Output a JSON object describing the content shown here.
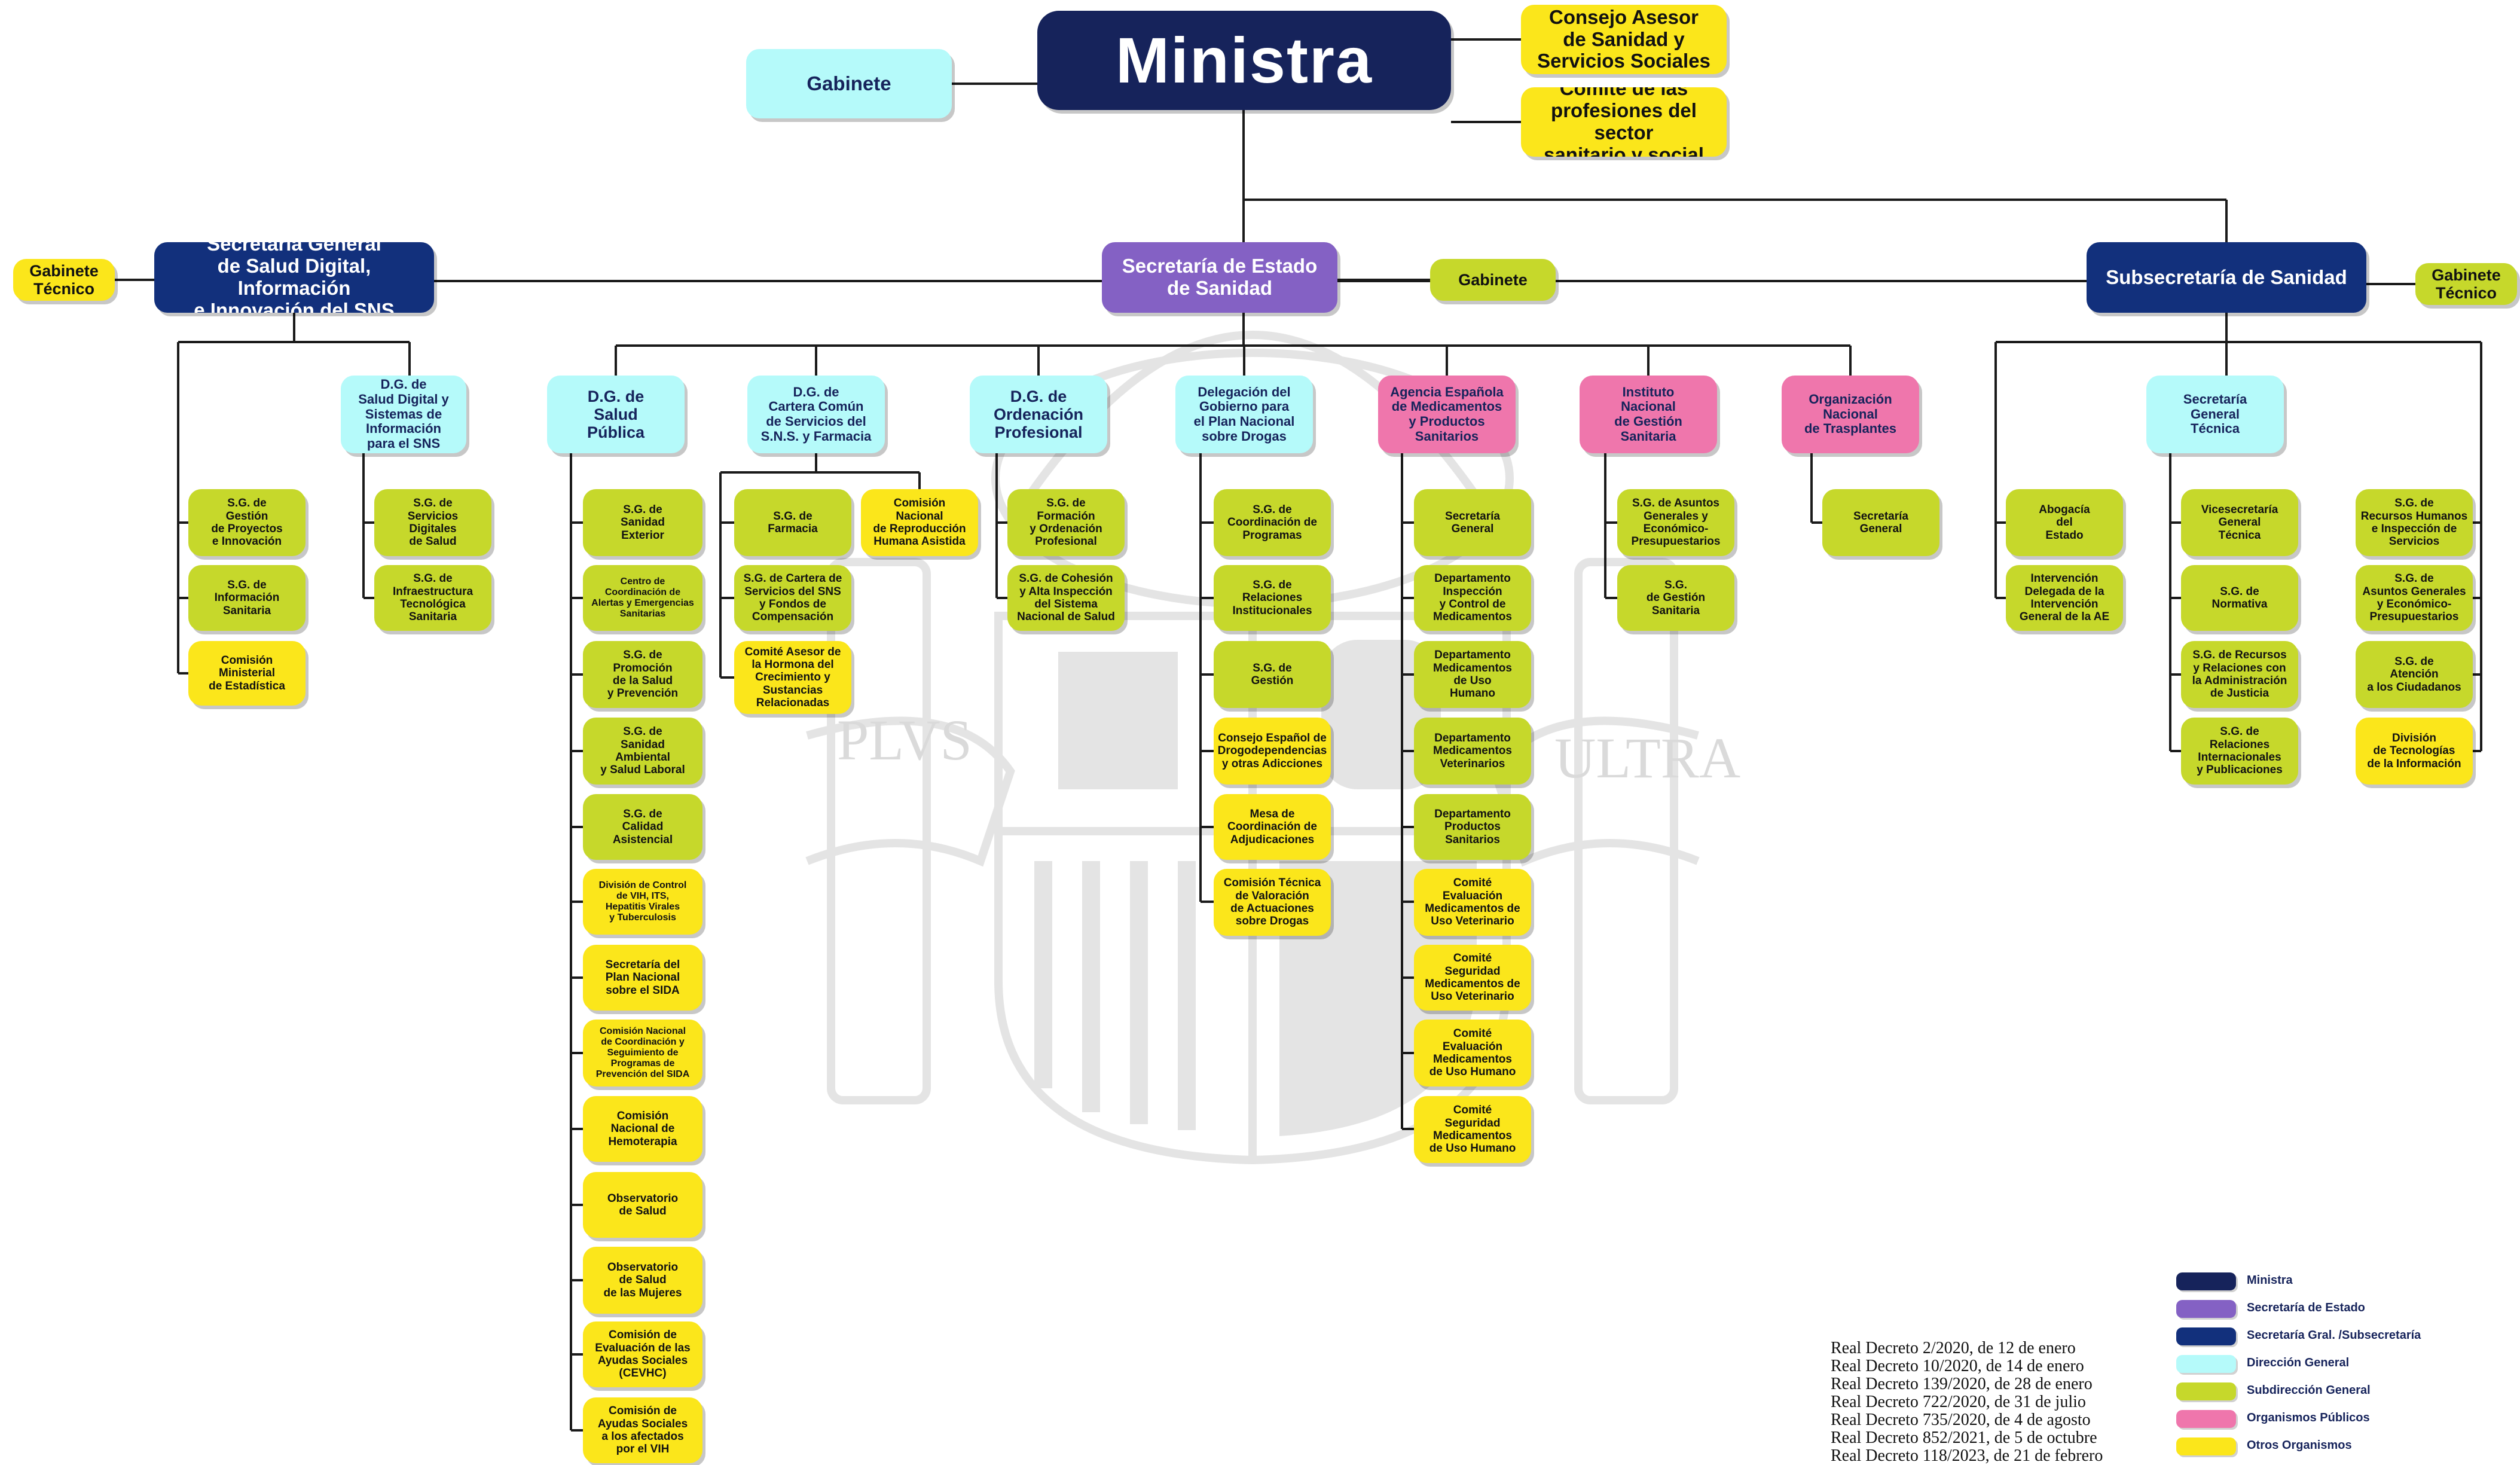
{
  "chart_data": {
    "type": "organization-chart",
    "watermark": {
      "name": "coat-of-arms-watermark",
      "motto": [
        "PLVS",
        "ULTRA"
      ]
    },
    "nodes": [
      {
        "id": "ministra",
        "kind": "min",
        "label": "Ministra"
      },
      {
        "id": "gabinete_min",
        "kind": "dg",
        "label": "Gabinete"
      },
      {
        "id": "consejo_asesor",
        "kind": "oo",
        "label": "Consejo Asesor\nde Sanidad y\nServicios Sociales"
      },
      {
        "id": "comite_profesiones",
        "kind": "oo",
        "label": "Comité de las\nprofesiones del sector\nsanitario y social"
      },
      {
        "id": "se_sanidad",
        "kind": "se",
        "label": "Secretaría de Estado\nde Sanidad"
      },
      {
        "id": "gabinete_se",
        "kind": "sub",
        "label": "Gabinete"
      },
      {
        "id": "sg_digital",
        "kind": "sg",
        "label": "Secretaría General\nde Salud Digital, Información\ne Innovación del SNS"
      },
      {
        "id": "gab_tec_sg",
        "kind": "oo",
        "label": "Gabinete\nTécnico"
      },
      {
        "id": "subsecretaria",
        "kind": "sg",
        "label": "Subsecretaría de Sanidad"
      },
      {
        "id": "gab_tec_sub",
        "kind": "sub",
        "label": "Gabinete\nTécnico"
      },
      {
        "id": "dg_digital",
        "kind": "dg",
        "label": "D.G. de\nSalud Digital y\nSistemas de\nInformación\npara el SNS"
      },
      {
        "id": "sg_gestion_proy",
        "kind": "sub",
        "label": "S.G. de\nGestión\nde Proyectos\ne Innovación"
      },
      {
        "id": "sg_info_sanit",
        "kind": "sub",
        "label": "S.G. de\nInformación\nSanitaria"
      },
      {
        "id": "com_min_estad",
        "kind": "oo",
        "label": "Comisión\nMinisterial\nde Estadística"
      },
      {
        "id": "sg_serv_dig",
        "kind": "sub",
        "label": "S.G. de\nServicios\nDigitales\nde Salud"
      },
      {
        "id": "sg_infra_tec",
        "kind": "sub",
        "label": "S.G. de\nInfraestructura\nTecnológica\nSanitaria"
      },
      {
        "id": "dg_salud_pub",
        "kind": "dg",
        "label": "D.G. de\nSalud\nPública"
      },
      {
        "id": "dg_cartera",
        "kind": "dg",
        "label": "D.G. de\nCartera Común\nde Servicios del\nS.N.S. y Farmacia"
      },
      {
        "id": "dg_ordenacion",
        "kind": "dg",
        "label": "D.G. de\nOrdenación\nProfesional"
      },
      {
        "id": "deleg_drogas",
        "kind": "dg",
        "label": "Delegación del\nGobierno para\nel Plan Nacional\nsobre Drogas"
      },
      {
        "id": "aemps",
        "kind": "op",
        "label": "Agencia Española\nde Medicamentos\ny Productos\nSanitarios"
      },
      {
        "id": "ingesa",
        "kind": "op",
        "label": "Instituto\nNacional\nde Gestión\nSanitaria"
      },
      {
        "id": "ont",
        "kind": "op",
        "label": "Organización\nNacional\nde Trasplantes"
      },
      {
        "id": "sp_sanidad_ext",
        "kind": "sub",
        "label": "S.G. de\nSanidad\nExterior"
      },
      {
        "id": "sp_ccaes",
        "kind": "sub",
        "label": "Centro de\nCoordinación de\nAlertas y Emergencias\nSanitarias"
      },
      {
        "id": "sp_promocion",
        "kind": "sub",
        "label": "S.G. de\nPromoción\nde la Salud\ny Prevención"
      },
      {
        "id": "sp_ambiental",
        "kind": "sub",
        "label": "S.G. de\nSanidad\nAmbiental\ny Salud Laboral"
      },
      {
        "id": "sp_calidad",
        "kind": "sub",
        "label": "S.G. de\nCalidad\nAsistencial"
      },
      {
        "id": "sp_vih",
        "kind": "oo",
        "label": "División de Control\nde VIH, ITS,\nHepatitis Virales\ny Tuberculosis"
      },
      {
        "id": "sp_sida",
        "kind": "oo",
        "label": "Secretaría del\nPlan Nacional\nsobre el SIDA"
      },
      {
        "id": "sp_com_sida",
        "kind": "oo",
        "label": "Comisión Nacional\nde Coordinación y\nSeguimiento de\nProgramas de\nPrevención del SIDA"
      },
      {
        "id": "sp_hemoterapia",
        "kind": "oo",
        "label": "Comisión\nNacional de\nHemoterapia"
      },
      {
        "id": "sp_obs_salud",
        "kind": "oo",
        "label": "Observatorio\nde Salud"
      },
      {
        "id": "sp_obs_mujeres",
        "kind": "oo",
        "label": "Observatorio\nde Salud\nde las Mujeres"
      },
      {
        "id": "sp_cevhc",
        "kind": "oo",
        "label": "Comisión de\nEvaluación de las\nAyudas Sociales\n(CEVHC)"
      },
      {
        "id": "sp_ayudas_vih",
        "kind": "oo",
        "label": "Comisión de\nAyudas Sociales\na los afectados\npor el VIH"
      },
      {
        "id": "ca_farmacia",
        "kind": "sub",
        "label": "S.G. de\nFarmacia"
      },
      {
        "id": "ca_reproduccion",
        "kind": "oo",
        "label": "Comisión\nNacional\nde Reproducción\nHumana Asistida"
      },
      {
        "id": "ca_cartera",
        "kind": "sub",
        "label": "S.G. de Cartera de\nServicios del SNS\ny Fondos de\nCompensación"
      },
      {
        "id": "ca_hormona",
        "kind": "oo",
        "label": "Comité Asesor de\nla Hormona del\nCrecimiento y\nSustancias\nRelacionadas"
      },
      {
        "id": "or_formacion",
        "kind": "sub",
        "label": "S.G. de\nFormación\ny Ordenación\nProfesional"
      },
      {
        "id": "or_cohesion",
        "kind": "sub",
        "label": "S.G. de Cohesión\ny Alta Inspección\ndel Sistema\nNacional de Salud"
      },
      {
        "id": "dr_coord",
        "kind": "sub",
        "label": "S.G. de\nCoordinación de\nProgramas"
      },
      {
        "id": "dr_relaciones",
        "kind": "sub",
        "label": "S.G. de\nRelaciones\nInstitucionales"
      },
      {
        "id": "dr_gestion",
        "kind": "sub",
        "label": "S.G. de\nGestión"
      },
      {
        "id": "dr_consejo",
        "kind": "oo",
        "label": "Consejo Español de\nDrogodependencias\ny otras Adicciones"
      },
      {
        "id": "dr_mesa",
        "kind": "oo",
        "label": "Mesa de\nCoordinación de\nAdjudicaciones"
      },
      {
        "id": "dr_comision",
        "kind": "oo",
        "label": "Comisión Técnica\nde Valoración\nde Actuaciones\nsobre Drogas"
      },
      {
        "id": "ae_secretaria",
        "kind": "sub",
        "label": "Secretaría\nGeneral"
      },
      {
        "id": "ae_inspeccion",
        "kind": "sub",
        "label": "Departamento\nInspección\ny Control de\nMedicamentos"
      },
      {
        "id": "ae_uso_humano",
        "kind": "sub",
        "label": "Departamento\nMedicamentos\nde Uso\nHumano"
      },
      {
        "id": "ae_veterinarios",
        "kind": "sub",
        "label": "Departamento\nMedicamentos\nVeterinarios"
      },
      {
        "id": "ae_productos",
        "kind": "sub",
        "label": "Departamento\nProductos\nSanitarios"
      },
      {
        "id": "ae_ce_vet",
        "kind": "oo",
        "label": "Comité\nEvaluación\nMedicamentos de\nUso Veterinario"
      },
      {
        "id": "ae_cs_vet",
        "kind": "oo",
        "label": "Comité\nSeguridad\nMedicamentos de\nUso Veterinario"
      },
      {
        "id": "ae_ce_hum",
        "kind": "oo",
        "label": "Comité\nEvaluación\nMedicamentos\nde Uso Humano"
      },
      {
        "id": "ae_cs_hum",
        "kind": "oo",
        "label": "Comité\nSeguridad\nMedicamentos\nde Uso Humano"
      },
      {
        "id": "in_asuntos",
        "kind": "sub",
        "label": "S.G. de Asuntos\nGenerales y\nEconómico-\nPresupuestarios"
      },
      {
        "id": "in_gestion",
        "kind": "sub",
        "label": "S.G.\nde Gestión\nSanitaria"
      },
      {
        "id": "ont_secretaria",
        "kind": "sub",
        "label": "Secretaría\nGeneral"
      },
      {
        "id": "sub_sgt",
        "kind": "dg",
        "label": "Secretaría\nGeneral\nTécnica"
      },
      {
        "id": "sub_abogacia",
        "kind": "sub",
        "label": "Abogacía\ndel\nEstado"
      },
      {
        "id": "sub_intervencion",
        "kind": "sub",
        "label": "Intervención\nDelegada de la\nIntervención\nGeneral de la AE"
      },
      {
        "id": "sub_vicesec",
        "kind": "sub",
        "label": "Vicesecretaría\nGeneral\nTécnica"
      },
      {
        "id": "sub_normativa",
        "kind": "sub",
        "label": "S.G. de\nNormativa"
      },
      {
        "id": "sub_recursos",
        "kind": "sub",
        "label": "S.G. de Recursos\ny Relaciones con\nla Administración\nde Justicia"
      },
      {
        "id": "sub_rel_int",
        "kind": "sub",
        "label": "S.G. de\nRelaciones\nInternacionales\ny Publicaciones"
      },
      {
        "id": "sub_rrhh",
        "kind": "sub",
        "label": "S.G. de\nRecursos Humanos\ne Inspección de\nServicios"
      },
      {
        "id": "sub_asuntos",
        "kind": "sub",
        "label": "S.G. de\nAsuntos Generales\ny Económico-\nPresupuestarios"
      },
      {
        "id": "sub_atencion",
        "kind": "sub",
        "label": "S.G. de\nAtención\na los Ciudadanos"
      },
      {
        "id": "sub_div_tec",
        "kind": "oo",
        "label": "División\nde Tecnologías\nde la Información"
      }
    ],
    "edges": [
      [
        "ministra",
        "gabinete_min"
      ],
      [
        "ministra",
        "consejo_asesor"
      ],
      [
        "ministra",
        "comite_profesiones"
      ],
      [
        "ministra",
        "se_sanidad"
      ],
      [
        "ministra",
        "subsecretaria"
      ],
      [
        "se_sanidad",
        "gabinete_se"
      ],
      [
        "se_sanidad",
        "sg_digital"
      ],
      [
        "se_sanidad",
        "dg_salud_pub"
      ],
      [
        "se_sanidad",
        "dg_cartera"
      ],
      [
        "se_sanidad",
        "dg_ordenacion"
      ],
      [
        "se_sanidad",
        "deleg_drogas"
      ],
      [
        "se_sanidad",
        "aemps"
      ],
      [
        "se_sanidad",
        "ingesa"
      ],
      [
        "se_sanidad",
        "ont"
      ],
      [
        "sg_digital",
        "gab_tec_sg"
      ],
      [
        "sg_digital",
        "sg_gestion_proy"
      ],
      [
        "sg_digital",
        "sg_info_sanit"
      ],
      [
        "sg_digital",
        "com_min_estad"
      ],
      [
        "sg_digital",
        "dg_digital"
      ],
      [
        "dg_digital",
        "sg_serv_dig"
      ],
      [
        "dg_digital",
        "sg_infra_tec"
      ],
      [
        "dg_salud_pub",
        "sp_sanidad_ext"
      ],
      [
        "dg_salud_pub",
        "sp_ccaes"
      ],
      [
        "dg_salud_pub",
        "sp_promocion"
      ],
      [
        "dg_salud_pub",
        "sp_ambiental"
      ],
      [
        "dg_salud_pub",
        "sp_calidad"
      ],
      [
        "dg_salud_pub",
        "sp_vih"
      ],
      [
        "dg_salud_pub",
        "sp_sida"
      ],
      [
        "dg_salud_pub",
        "sp_com_sida"
      ],
      [
        "dg_salud_pub",
        "sp_hemoterapia"
      ],
      [
        "dg_salud_pub",
        "sp_obs_salud"
      ],
      [
        "dg_salud_pub",
        "sp_obs_mujeres"
      ],
      [
        "dg_salud_pub",
        "sp_cevhc"
      ],
      [
        "dg_salud_pub",
        "sp_ayudas_vih"
      ],
      [
        "dg_cartera",
        "ca_farmacia"
      ],
      [
        "dg_cartera",
        "ca_reproduccion"
      ],
      [
        "dg_cartera",
        "ca_cartera"
      ],
      [
        "dg_cartera",
        "ca_hormona"
      ],
      [
        "dg_ordenacion",
        "or_formacion"
      ],
      [
        "dg_ordenacion",
        "or_cohesion"
      ],
      [
        "deleg_drogas",
        "dr_coord"
      ],
      [
        "deleg_drogas",
        "dr_relaciones"
      ],
      [
        "deleg_drogas",
        "dr_gestion"
      ],
      [
        "deleg_drogas",
        "dr_consejo"
      ],
      [
        "deleg_drogas",
        "dr_mesa"
      ],
      [
        "deleg_drogas",
        "dr_comision"
      ],
      [
        "aemps",
        "ae_secretaria"
      ],
      [
        "aemps",
        "ae_inspeccion"
      ],
      [
        "aemps",
        "ae_uso_humano"
      ],
      [
        "aemps",
        "ae_veterinarios"
      ],
      [
        "aemps",
        "ae_productos"
      ],
      [
        "aemps",
        "ae_ce_vet"
      ],
      [
        "aemps",
        "ae_cs_vet"
      ],
      [
        "aemps",
        "ae_ce_hum"
      ],
      [
        "aemps",
        "ae_cs_hum"
      ],
      [
        "ingesa",
        "in_asuntos"
      ],
      [
        "ingesa",
        "in_gestion"
      ],
      [
        "ont",
        "ont_secretaria"
      ],
      [
        "subsecretaria",
        "gab_tec_sub"
      ],
      [
        "subsecretaria",
        "sub_abogacia"
      ],
      [
        "subsecretaria",
        "sub_intervencion"
      ],
      [
        "subsecretaria",
        "sub_sgt"
      ],
      [
        "subsecretaria",
        "sub_rrhh"
      ],
      [
        "subsecretaria",
        "sub_asuntos"
      ],
      [
        "subsecretaria",
        "sub_atencion"
      ],
      [
        "subsecretaria",
        "sub_div_tec"
      ],
      [
        "sub_sgt",
        "sub_vicesec"
      ],
      [
        "sub_sgt",
        "sub_normativa"
      ],
      [
        "sub_sgt",
        "sub_recursos"
      ],
      [
        "sub_sgt",
        "sub_rel_int"
      ]
    ]
  },
  "legend": {
    "items": [
      {
        "label": "Ministra",
        "color": "#16235b"
      },
      {
        "label": "Secretaría de Estado",
        "color": "#8461c4"
      },
      {
        "label": "Secretaría Gral. /Subsecretaría",
        "color": "#12307c"
      },
      {
        "label": "Dirección General",
        "color": "#b5fafa"
      },
      {
        "label": "Subdirección General",
        "color": "#c6d82b"
      },
      {
        "label": "Organismos Públicos",
        "color": "#ef76ac"
      },
      {
        "label": "Otros Organismos",
        "color": "#fbe61b"
      }
    ]
  },
  "decrees": [
    "Real Decreto 2/2020, de 12 de enero",
    "Real Decreto 10/2020, de 14 de enero",
    "Real Decreto 139/2020, de 28 de enero",
    "Real Decreto 722/2020, de 31 de julio",
    "Real Decreto 735/2020, de 4 de agosto",
    "Real Decreto 852/2021, de 5 de octubre",
    "Real Decreto 118/2023, de 21 de febrero"
  ]
}
